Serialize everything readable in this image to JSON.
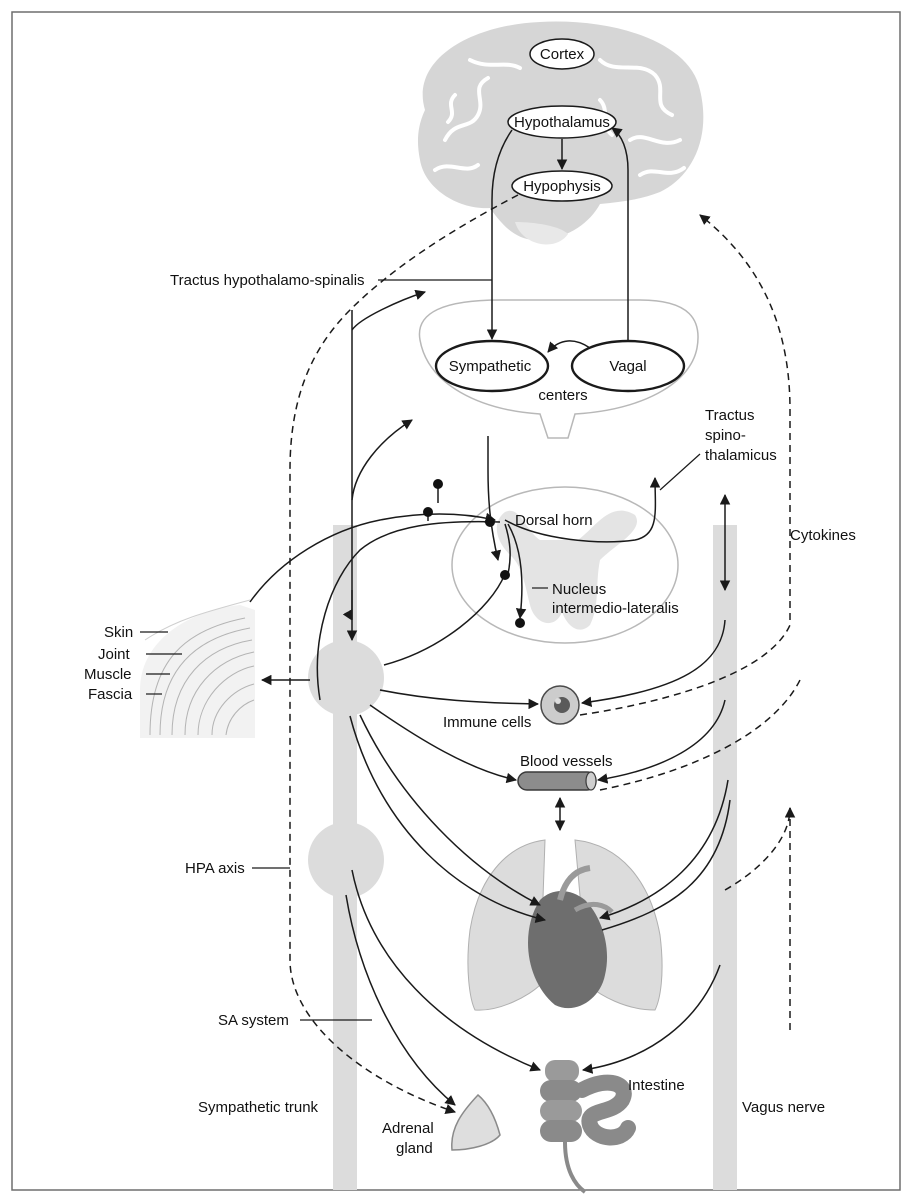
{
  "labels": {
    "cortex": "Cortex",
    "hypothalamus": "Hypothalamus",
    "hypophysis": "Hypophysis",
    "tractus_hypothalamo_spinalis": "Tractus hypothalamo-spinalis",
    "sympathetic": "Sympathetic",
    "vagal": "Vagal",
    "centers": "centers",
    "tractus_spino_line1": "Tractus",
    "tractus_spino_line2": "spino-",
    "tractus_spino_line3": "thalamicus",
    "dorsal_horn": "Dorsal horn",
    "cytokines": "Cytokines",
    "nucleus_line1": "Nucleus",
    "nucleus_line2": "intermedio-lateralis",
    "skin": "Skin",
    "joint": "Joint",
    "muscle": "Muscle",
    "fascia": "Fascia",
    "immune_cells": "Immune cells",
    "blood_vessels": "Blood vessels",
    "hpa_axis": "HPA axis",
    "sa_system": "SA system",
    "intestine": "Intestine",
    "sympathetic_trunk": "Sympathetic trunk",
    "adrenal_line1": "Adrenal",
    "adrenal_line2": "gland",
    "vagus_nerve": "Vagus nerve"
  },
  "colors": {
    "border": "#6e6e6e",
    "line": "#1a1a1a",
    "structure_fill": "#dcdcdc",
    "brain_fill": "#d6d6d6"
  }
}
